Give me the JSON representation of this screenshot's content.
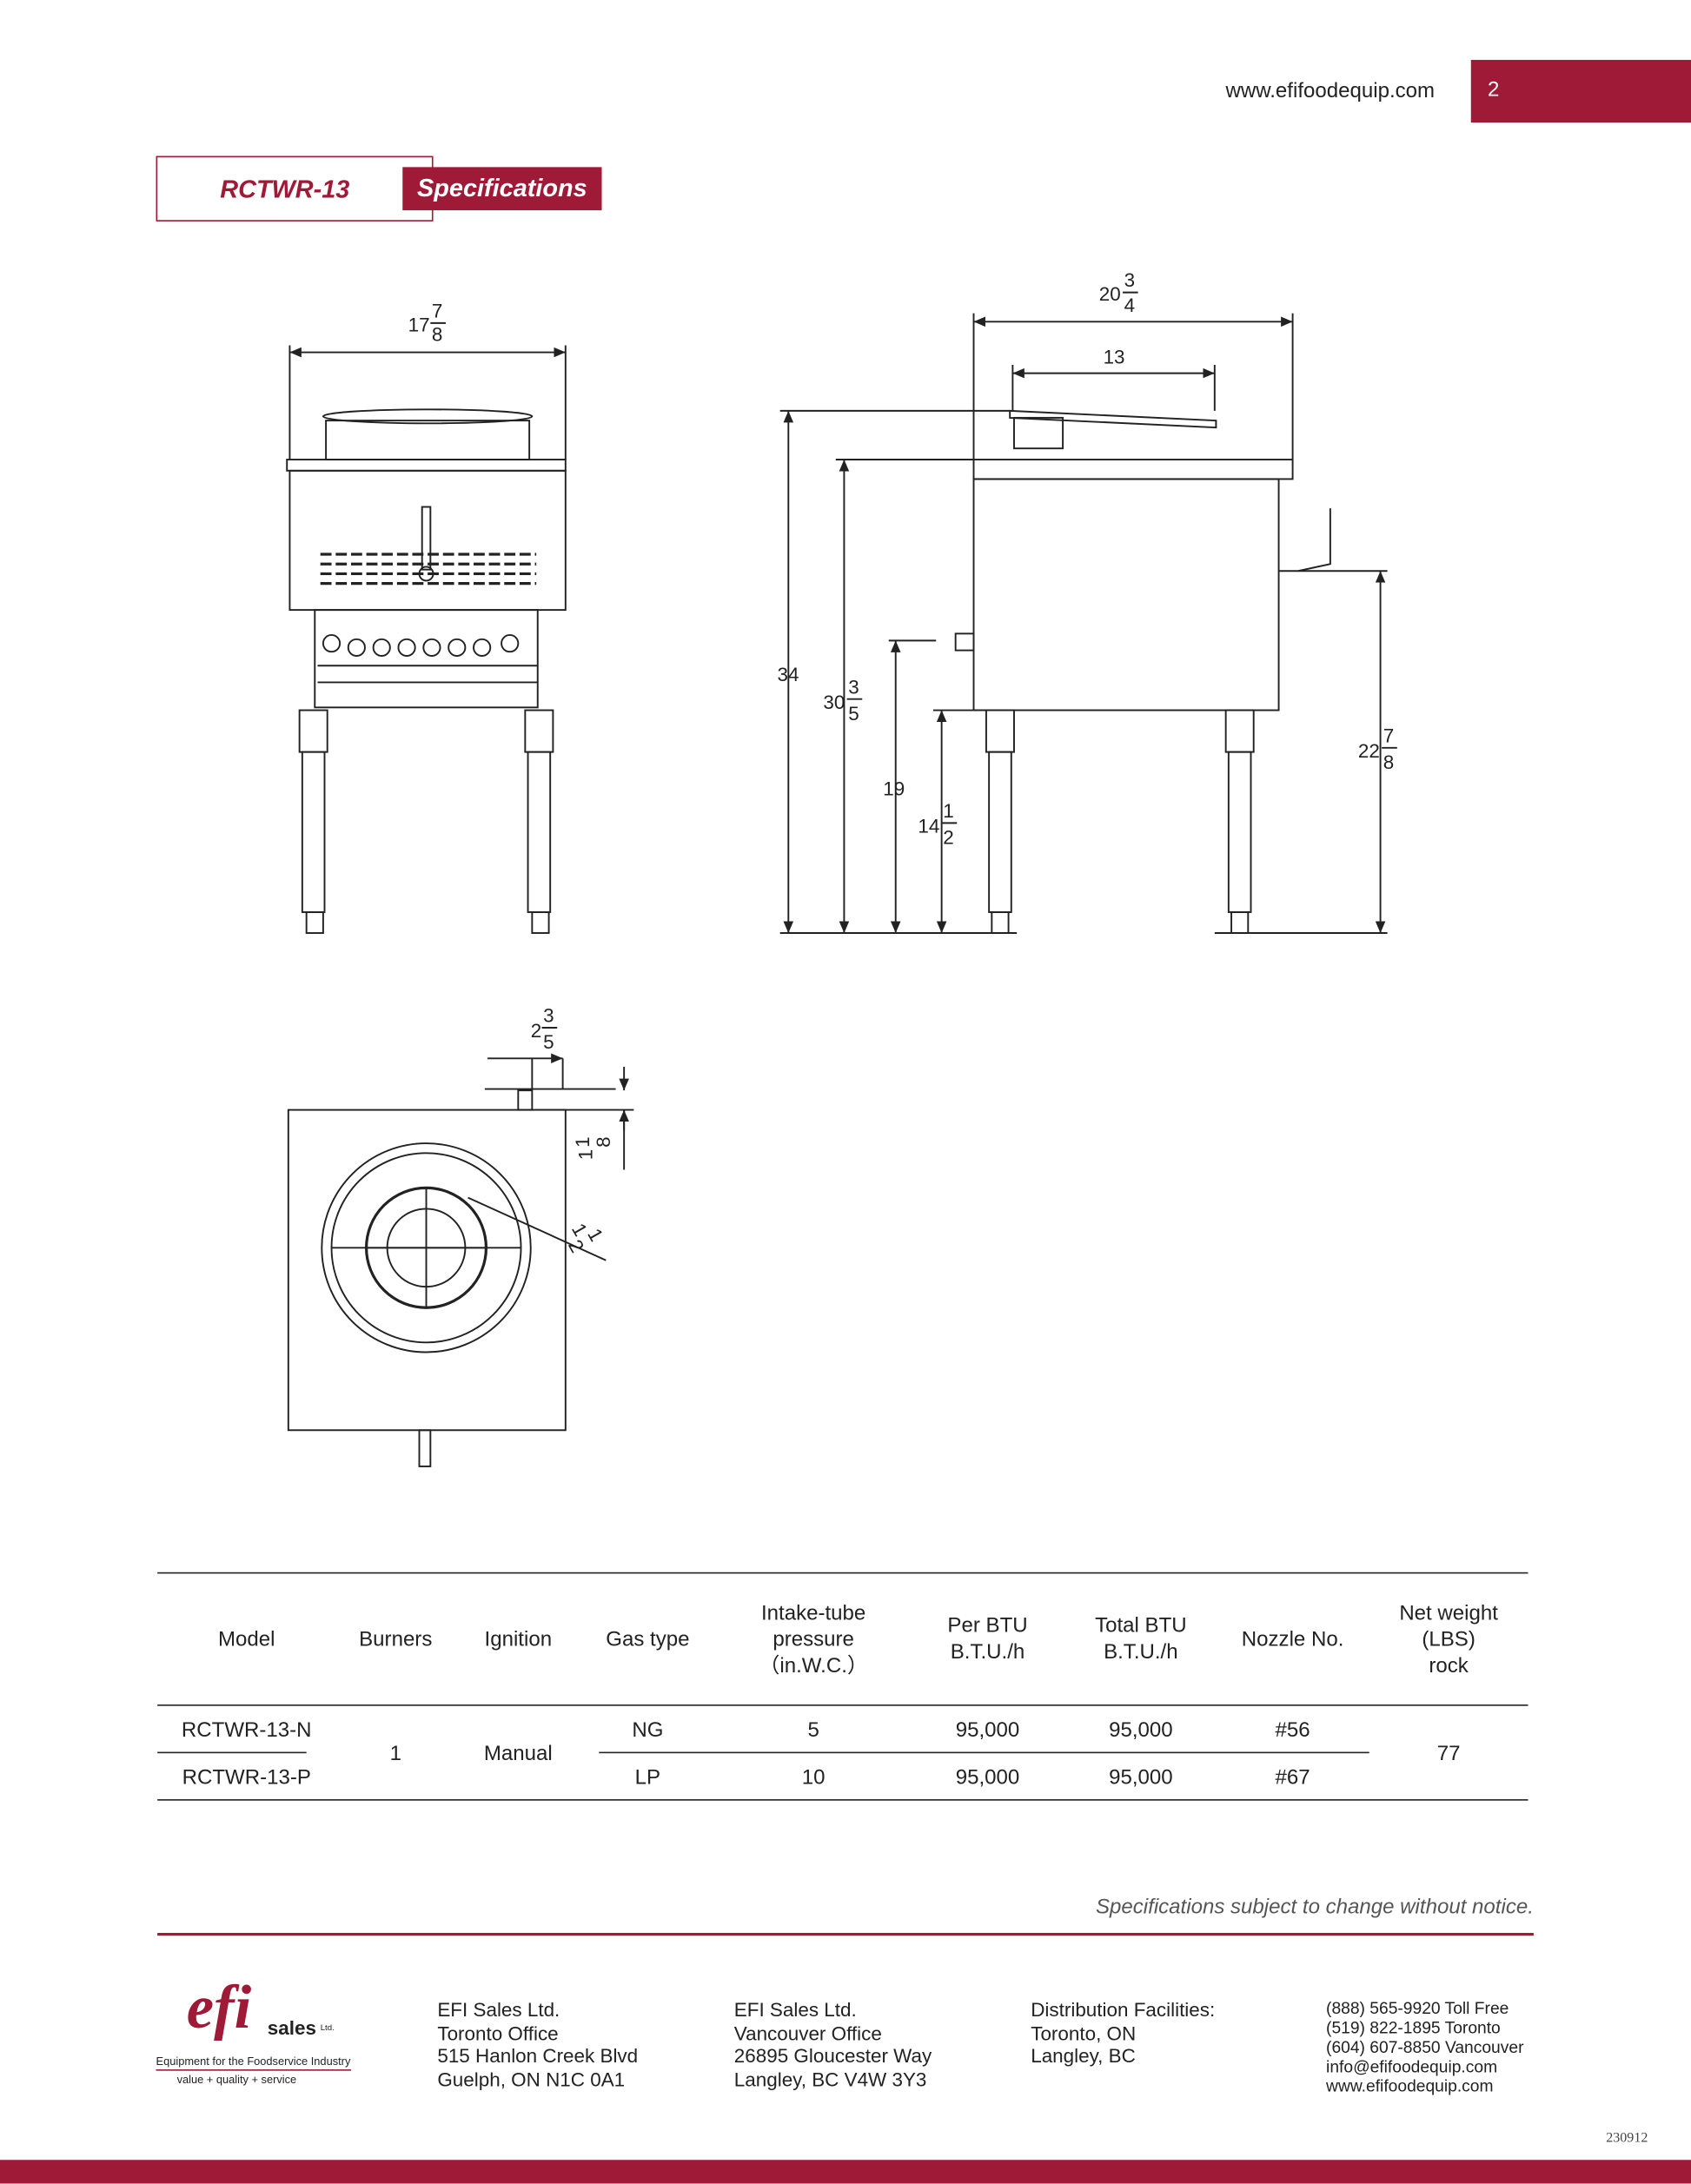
{
  "header": {
    "url": "www.efifoodequip.com",
    "page_number": "2",
    "model": "RCTWR-13",
    "section": "Specifications"
  },
  "dimensions": {
    "front_width": {
      "whole": "17",
      "num": "7",
      "den": "8"
    },
    "side_depth": {
      "whole": "20",
      "num": "3",
      "den": "4"
    },
    "wok_depth": {
      "whole": "13"
    },
    "overall_height": {
      "whole": "34"
    },
    "top_height": {
      "whole": "30",
      "num": "3",
      "den": "5"
    },
    "gas_inlet_height": {
      "whole": "19"
    },
    "body_bottom_height": {
      "whole": "14",
      "num": "1",
      "den": "2"
    },
    "knob_height": {
      "whole": "22",
      "num": "7",
      "den": "8"
    },
    "inlet_offset": {
      "whole": "2",
      "num": "3",
      "den": "5"
    },
    "inlet_length": {
      "whole": "1",
      "num": "1",
      "den": "8"
    },
    "ring_offset": {
      "whole": "1",
      "num": "1",
      "den": "2"
    }
  },
  "table": {
    "headers": [
      "Model",
      "Burners",
      "Ignition",
      "Gas type",
      "Intake-tube\npressure\n（in.W.C.）",
      "Per BTU\nB.T.U./h",
      "Total BTU\nB.T.U./h",
      "Nozzle No.",
      "Net weight\n(LBS)\nrock"
    ],
    "rows": [
      {
        "model": "RCTWR-13-N",
        "gas": "NG",
        "pressure": "5",
        "per_btu": "95,000",
        "total_btu": "95,000",
        "nozzle": "#56"
      },
      {
        "model": "RCTWR-13-P",
        "gas": "LP",
        "pressure": "10",
        "per_btu": "95,000",
        "total_btu": "95,000",
        "nozzle": "#67"
      }
    ],
    "shared": {
      "burners": "1",
      "ignition": "Manual",
      "weight": "77"
    }
  },
  "note": "Specifications subject to change without notice.",
  "footer": {
    "logo": {
      "text": "efi",
      "sales": "sales",
      "ltd": "Ltd.",
      "tagline": "Equipment for the Foodservice Industry",
      "values": "value + quality + service"
    },
    "toronto": [
      "EFI Sales Ltd.",
      "Toronto Office",
      "515 Hanlon Creek Blvd",
      "Guelph, ON N1C 0A1"
    ],
    "vancouver": [
      "EFI Sales Ltd.",
      "Vancouver Office",
      "26895 Gloucester Way",
      "Langley, BC V4W 3Y3"
    ],
    "distribution": [
      "Distribution Facilities:",
      "Toronto, ON",
      "Langley, BC"
    ],
    "contact": [
      "(888) 565-9920 Toll Free",
      "(519) 822-1895 Toronto",
      "(604) 607-8850 Vancouver",
      "info@efifoodequip.com",
      "www.efifoodequip.com"
    ],
    "doc_number": "230912"
  },
  "colors": {
    "brand": "#9e1a37"
  }
}
